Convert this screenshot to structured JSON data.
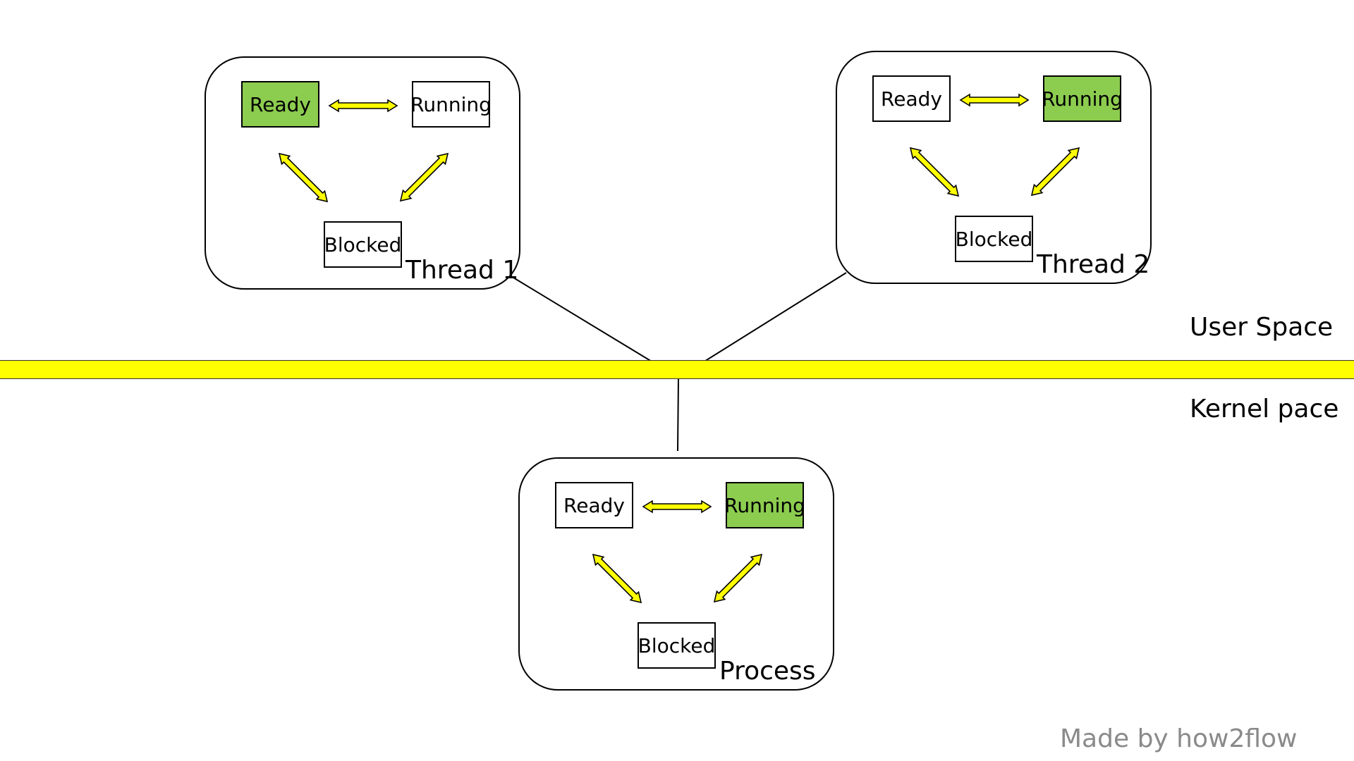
{
  "colors": {
    "band": "#ffff00",
    "active_state": "#8ccc4f",
    "arrow_fill": "#ffff00",
    "credit_text": "#8a8a8a"
  },
  "groups": {
    "thread1": {
      "label": "Thread 1",
      "ready": "Ready",
      "running": "Running",
      "blocked": "Blocked",
      "active_state": "ready"
    },
    "thread2": {
      "label": "Thread 2",
      "ready": "Ready",
      "running": "Running",
      "blocked": "Blocked",
      "active_state": "running"
    },
    "process": {
      "label": "Process",
      "ready": "Ready",
      "running": "Running",
      "blocked": "Blocked",
      "active_state": "running"
    }
  },
  "labels": {
    "user_space": "User Space",
    "kernel_space": "Kernel pace"
  },
  "credit": "Made by how2flow"
}
